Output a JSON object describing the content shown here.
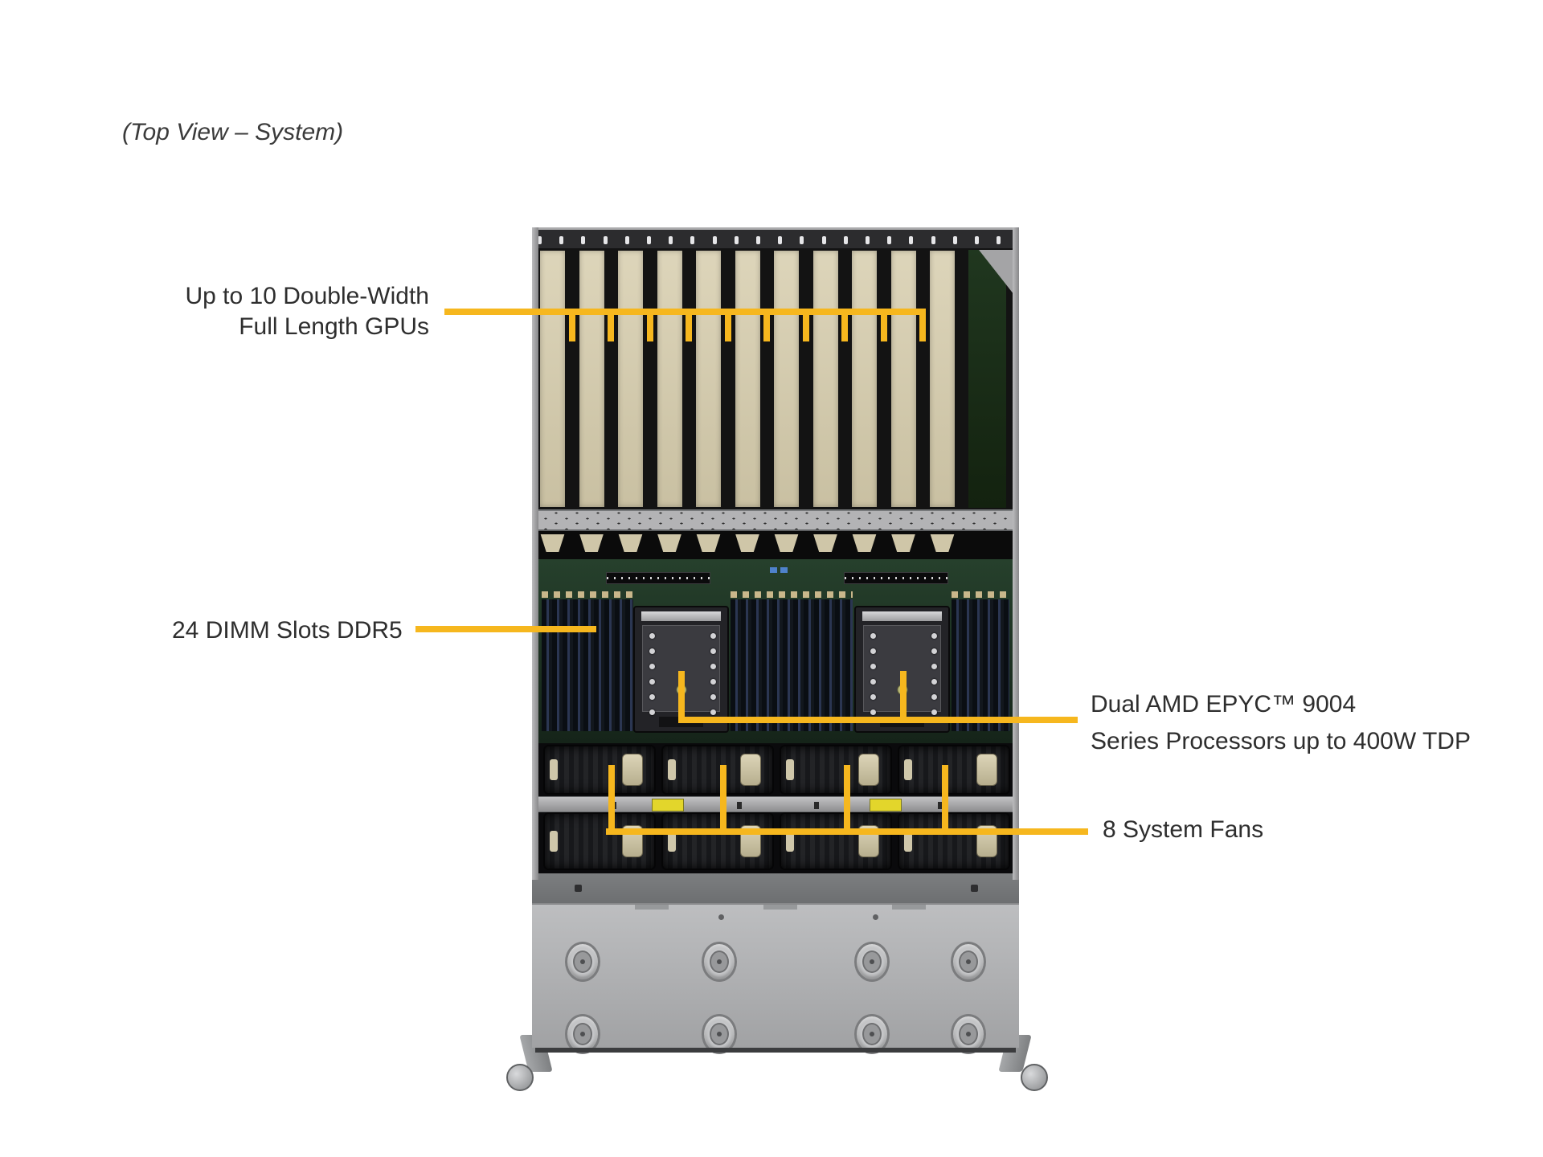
{
  "accent_color": "#F6B71E",
  "title": "(Top View – System)",
  "callouts": {
    "gpus": {
      "line1": "Up to 10 Double-Width",
      "line2": "Full Length GPUs",
      "count": 10
    },
    "dimm": {
      "label": "24 DIMM Slots DDR5",
      "count": 24
    },
    "cpu": {
      "line1": "Dual AMD EPYC™ 9004",
      "line2": "Series Processors up to 400W TDP",
      "count": 2
    },
    "fans": {
      "label": "8 System Fans",
      "count": 8
    }
  },
  "diagram": {
    "gpu_slot_columns": 11,
    "top_screws": 22,
    "fan_rows": 2,
    "fans_per_row": 4,
    "grommet_rows": 2,
    "grommets_per_row": 4
  }
}
